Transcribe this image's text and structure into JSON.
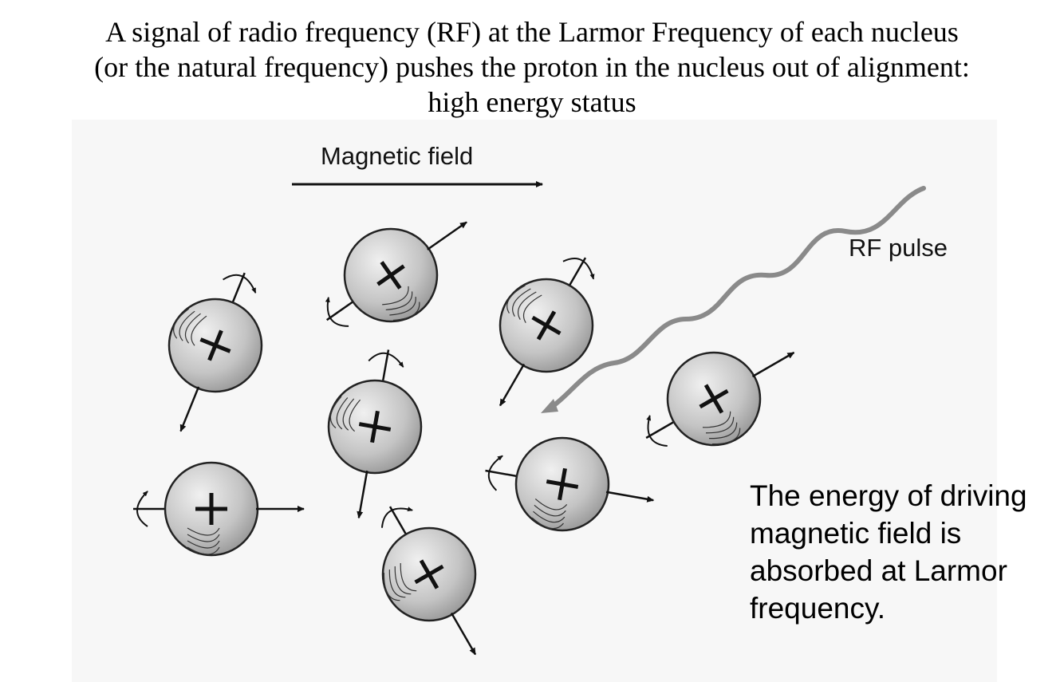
{
  "heading": {
    "line1": "A signal of radio frequency (RF) at the Larmor Frequency of each nucleus",
    "line2": "(or the natural frequency) pushes the proton in the nucleus out of alignment:",
    "line3": "high energy status"
  },
  "labels": {
    "magnetic_field": "Magnetic field",
    "rf_pulse": "RF pulse"
  },
  "caption": {
    "line1": "The energy of driving",
    "line2": "magnetic field is",
    "line3": "absorbed at Larmor",
    "line4": "frequency."
  },
  "icons": {
    "proton": "sphere-with-plus-sign",
    "spin_axis": "arrow",
    "precession": "curved-arrow"
  },
  "colors": {
    "sphere_light": "#e6e6e6",
    "sphere_dark": "#8f8f8f",
    "rf_wave": "#8a8a8a",
    "ink": "#111111"
  }
}
